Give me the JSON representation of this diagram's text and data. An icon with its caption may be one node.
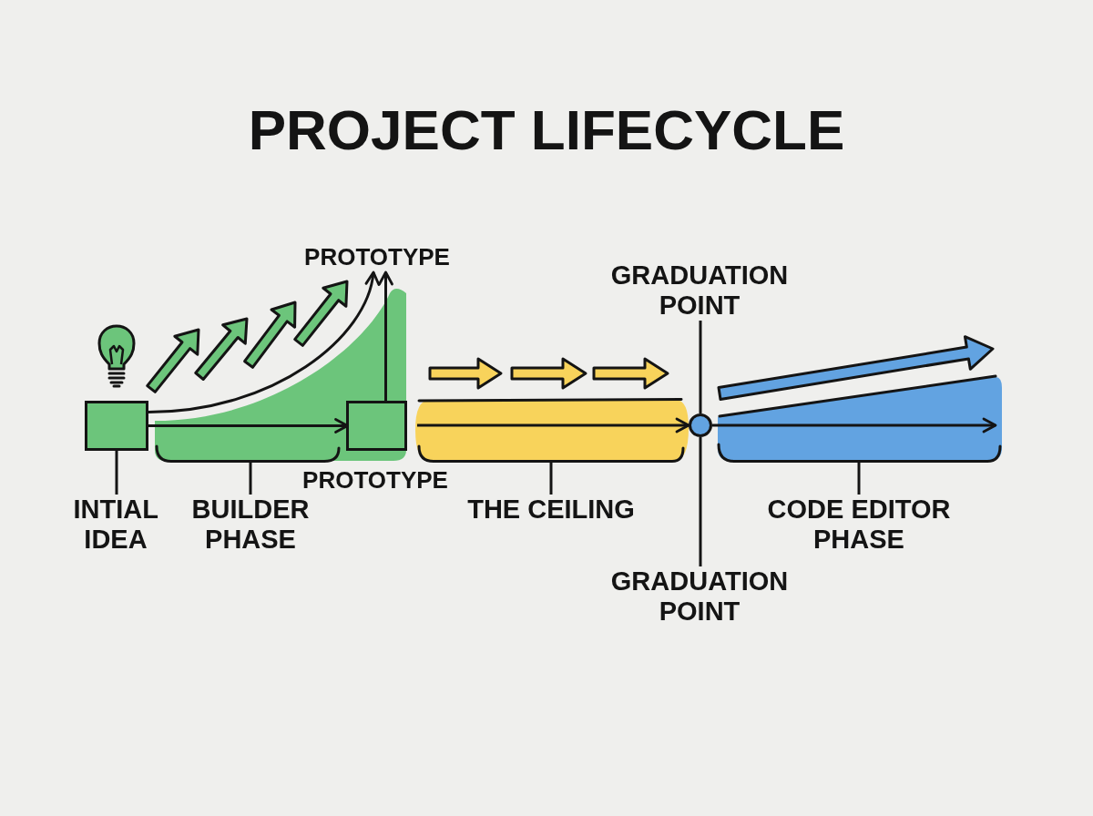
{
  "diagram": {
    "title": "PROJECT LIFECYCLE",
    "nodes": [
      {
        "text": [],
        "shape": "box"
      },
      {
        "text": [
          "INTIAL IDEA"
        ]
      },
      {
        "text": [],
        "shape": "band"
      },
      {
        "text": [
          "BUILDER PHASE"
        ]
      },
      {
        "text": [
          "PROTOTYPE"
        ]
      },
      {
        "text": [],
        "shape": "box",
        "in": 2,
        "beside": [
          "PROTOTYPE"
        ]
      },
      {
        "text": [],
        "shape": "band"
      },
      {
        "text": [
          "THE CEILING"
        ]
      },
      {
        "text": [
          "GRADUATION POINT"
        ]
      },
      {
        "text": [],
        "shape": "circle"
      },
      {
        "text": [
          "GRADUATION POINT"
        ]
      },
      {
        "text": [],
        "shape": "band"
      },
      {
        "text": [
          "CODE EDITOR PHASE"
        ]
      }
    ],
    "edges": [
      {
        "from": 1,
        "to": 0,
        "arrow": "none"
      },
      {
        "from": 3,
        "to": 2,
        "arrow": "none"
      },
      {
        "from": 0,
        "to": 5,
        "arrow": "to"
      },
      {
        "from": 0,
        "to": 4,
        "arrow": "to"
      },
      {
        "from": 5,
        "to": 4,
        "arrow": "to"
      },
      {
        "from": 6,
        "to": 9,
        "arrow": "to"
      },
      {
        "from": 7,
        "to": 6,
        "arrow": "none"
      },
      {
        "from": 8,
        "to": 9,
        "arrow": "none"
      },
      {
        "from": 10,
        "to": 9,
        "arrow": "none"
      },
      {
        "from": 9,
        "to": 11,
        "arrow": "to"
      },
      {
        "from": 12,
        "to": 11,
        "arrow": "none"
      }
    ]
  }
}
